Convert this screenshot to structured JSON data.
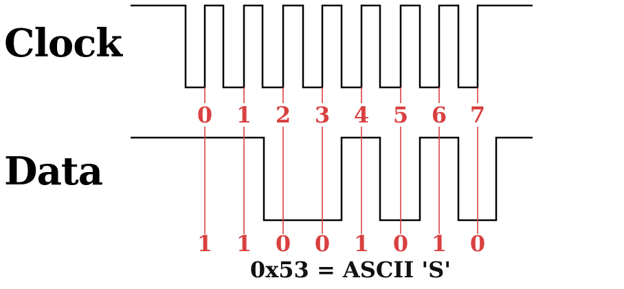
{
  "signals": {
    "clock_label": "Clock",
    "data_label": "Data"
  },
  "bit_indices": [
    "0",
    "1",
    "2",
    "3",
    "4",
    "5",
    "6",
    "7"
  ],
  "bit_values": [
    "1",
    "1",
    "0",
    "0",
    "1",
    "0",
    "1",
    "0"
  ],
  "caption": "0x53 = ASCII 'S'",
  "colors": {
    "waveform": "#000000",
    "annotation": "#d94040",
    "background": "#ffffff"
  }
}
